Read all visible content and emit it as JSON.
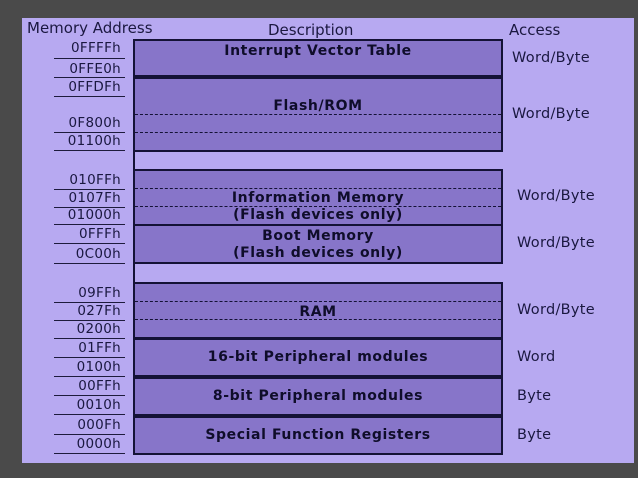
{
  "headers": {
    "address": "Memory Address",
    "description": "Description",
    "access": "Access"
  },
  "addresses": [
    "0FFFFh",
    "0FFE0h",
    "0FFDFh",
    "0F800h",
    "01100h",
    "010FFh",
    "0107Fh",
    "01000h",
    "0FFFh",
    "0C00h",
    "09FFh",
    "027Fh",
    "0200h",
    "01FFh",
    "0100h",
    "00FFh",
    "0010h",
    "000Fh",
    "0000h"
  ],
  "blocks": {
    "ivt": "Interrupt Vector Table",
    "flash": "Flash/ROM",
    "info_1": "Information Memory",
    "info_2": "(Flash devices only)",
    "boot_1": "Boot Memory",
    "boot_2": "(Flash devices only)",
    "ram": "RAM",
    "periph16": "16-bit Peripheral modules",
    "periph8": "8-bit Peripheral modules",
    "sfr": "Special Function Registers"
  },
  "access": {
    "ivt": "Word/Byte",
    "flash": "Word/Byte",
    "info": "Word/Byte",
    "boot": "Word/Byte",
    "ram": "Word/Byte",
    "periph16": "Word",
    "periph8": "Byte",
    "sfr": "Byte"
  }
}
